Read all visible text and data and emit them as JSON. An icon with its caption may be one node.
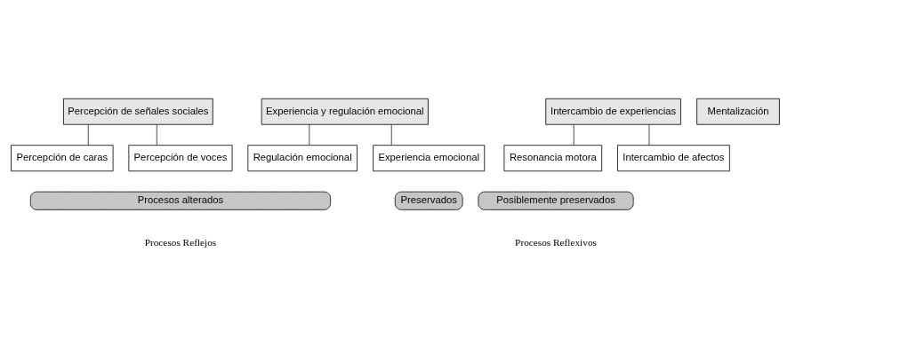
{
  "diagram": {
    "nodes": [
      {
        "text": [
          "Percepción de señales sociales"
        ]
      },
      {
        "text": [
          "Mentalización"
        ]
      },
      {
        "text": [
          "Experiencia y regulación emocional"
        ]
      },
      {
        "text": [
          "Intercambio de experiencias"
        ]
      },
      {
        "text": [
          "Percepción de caras"
        ]
      },
      {
        "text": [
          "Percepción de voces"
        ]
      },
      {
        "text": [
          "Regulación emocional"
        ]
      },
      {
        "text": [
          "Experiencia emocional"
        ]
      },
      {
        "text": [
          "Resonancia motora"
        ]
      },
      {
        "text": [
          "Intercambio de afectos"
        ]
      },
      {
        "text": [
          "Procesos alterados"
        ]
      },
      {
        "text": [
          "Preservados"
        ]
      },
      {
        "text": [
          "Posiblemente preservados"
        ]
      }
    ],
    "edges": [
      {
        "from": 0,
        "to": 4,
        "arrow": "none"
      },
      {
        "from": 0,
        "to": 5,
        "arrow": "none"
      },
      {
        "from": 2,
        "to": 6,
        "arrow": "none"
      },
      {
        "from": 2,
        "to": 7,
        "arrow": "none"
      },
      {
        "from": 3,
        "to": 8,
        "arrow": "none"
      },
      {
        "from": 3,
        "to": 9,
        "arrow": "none"
      }
    ],
    "labels": [
      "Procesos Reflejos",
      "Procesos Reflexivos"
    ]
  }
}
